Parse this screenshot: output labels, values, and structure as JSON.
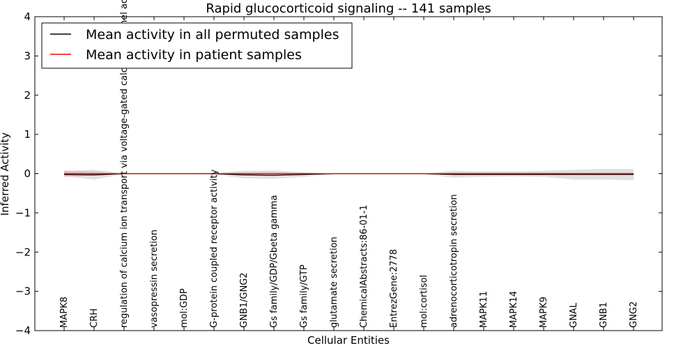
{
  "chart_data": {
    "type": "line",
    "title": "Rapid glucocorticoid signaling -- 141 samples",
    "xlabel": "Cellular Entities",
    "ylabel": "Inferred Activity",
    "ylim": [
      -4,
      4
    ],
    "yticks": [
      -4,
      -3,
      -2,
      -1,
      0,
      1,
      2,
      3,
      4
    ],
    "grid": false,
    "legend_position": "top-left",
    "categories": [
      "MAPK8",
      "CRH",
      "regulation of calcium ion transport via voltage-gated calcium channel activity",
      "vasopressin secretion",
      "mol:GDP",
      "G-protein coupled receptor activity",
      "GNB1/GNG2",
      "Gs family/GDP/Gbeta gamma",
      "Gs family/GTP",
      "glutamate secretion",
      "ChemicalAbstracts:86-01-1",
      "EntrezGene:2778",
      "mol:cortisol",
      "adrenocorticotropin secretion",
      "MAPK11",
      "MAPK14",
      "MAPK9",
      "GNAL",
      "GNB1",
      "GNG2"
    ],
    "series": [
      {
        "name": "Mean activity in all permuted samples",
        "color": "#000000",
        "values": [
          -0.02,
          -0.03,
          0,
          0,
          0,
          0,
          -0.03,
          -0.04,
          -0.02,
          0,
          0,
          0,
          0,
          -0.02,
          -0.02,
          -0.02,
          -0.02,
          -0.02,
          -0.02,
          -0.02
        ],
        "band_lower": [
          -0.06,
          -0.15,
          -0.01,
          -0.01,
          -0.01,
          -0.02,
          -0.12,
          -0.13,
          -0.08,
          -0.01,
          -0.01,
          -0.01,
          -0.01,
          -0.1,
          -0.08,
          -0.07,
          -0.08,
          -0.15,
          -0.15,
          -0.17
        ],
        "band_upper": [
          0.06,
          0.1,
          0.01,
          0.01,
          0.01,
          0.02,
          0.07,
          0.08,
          0.04,
          0.01,
          0.01,
          0.01,
          0.01,
          0.07,
          0.06,
          0.06,
          0.07,
          0.1,
          0.12,
          0.12
        ],
        "band_color": "#c8c8c8"
      },
      {
        "name": "Mean activity in patient samples",
        "color": "#ff0000",
        "values": [
          0,
          0,
          0,
          0,
          0,
          0,
          0,
          0,
          0,
          0,
          0,
          0,
          0,
          0,
          0,
          0,
          0,
          0,
          0,
          0
        ],
        "band_lower": [
          -0.08,
          -0.05,
          -0.01,
          -0.01,
          -0.01,
          -0.01,
          -0.03,
          -0.03,
          -0.02,
          -0.01,
          -0.01,
          -0.01,
          -0.01,
          -0.03,
          -0.03,
          -0.03,
          -0.03,
          -0.03,
          -0.03,
          -0.03
        ],
        "band_upper": [
          0.08,
          0.05,
          0.01,
          0.01,
          0.01,
          0.01,
          0.03,
          0.03,
          0.02,
          0.01,
          0.01,
          0.01,
          0.01,
          0.03,
          0.03,
          0.03,
          0.03,
          0.03,
          0.03,
          0.03
        ],
        "band_color": "#f0a0a0"
      }
    ]
  }
}
